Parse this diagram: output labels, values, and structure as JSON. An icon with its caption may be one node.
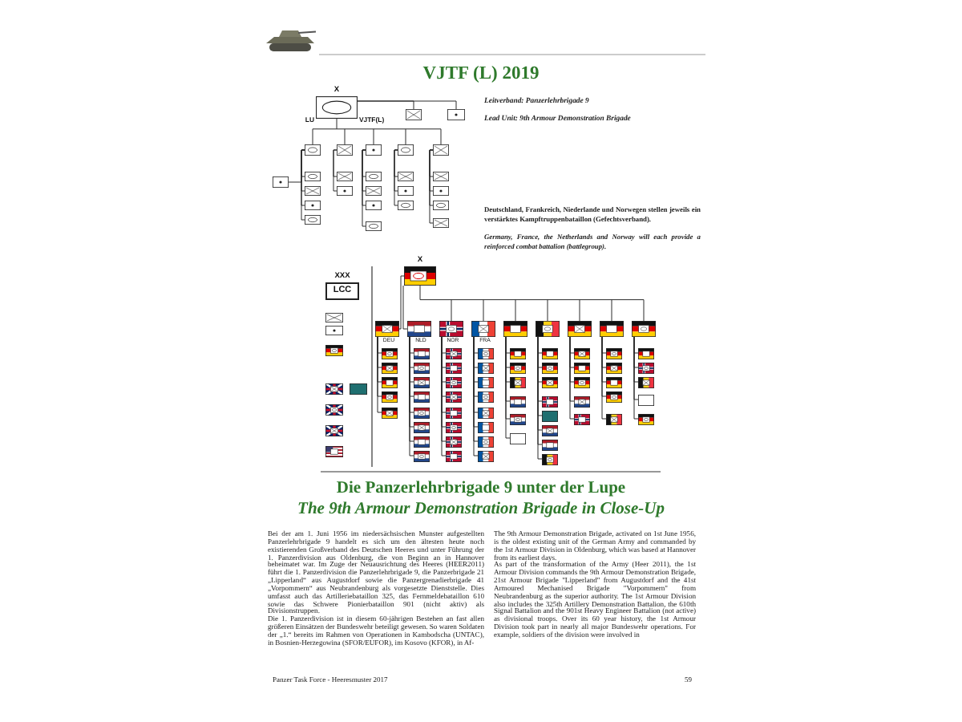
{
  "diagram": {
    "title": "VJTF (L) 2019",
    "nodes": [
      {
        "text": [
          "X"
        ],
        "beside": [
          "LU",
          "VJTF(L)"
        ]
      },
      {
        "text": [],
        "shape": "box"
      },
      {
        "text": [],
        "shape": "box"
      },
      {
        "text": [],
        "shape": "box"
      },
      {
        "text": [],
        "shape": "box"
      },
      {
        "text": [],
        "shape": "box"
      },
      {
        "text": [],
        "shape": "box"
      },
      {
        "text": [],
        "shape": "box"
      },
      {
        "text": [],
        "shape": "box"
      },
      {
        "text": [],
        "shape": "box"
      },
      {
        "text": [],
        "shape": "box"
      },
      {
        "text": [],
        "shape": "box"
      },
      {
        "text": [],
        "shape": "box"
      },
      {
        "text": [],
        "shape": "box"
      },
      {
        "text": [],
        "shape": "box"
      },
      {
        "text": [],
        "shape": "box"
      },
      {
        "text": [],
        "shape": "box"
      },
      {
        "text": [],
        "shape": "box"
      },
      {
        "text": [],
        "shape": "box"
      },
      {
        "text": [],
        "shape": "box"
      },
      {
        "text": [],
        "shape": "box"
      },
      {
        "text": [],
        "shape": "box"
      },
      {
        "text": [],
        "shape": "box"
      },
      {
        "text": [],
        "shape": "box"
      },
      {
        "text": [],
        "shape": "box"
      },
      {
        "text": [],
        "shape": "box"
      },
      {
        "text": [
          "XXX",
          "LCC"
        ]
      },
      {
        "text": [
          "X"
        ]
      },
      {
        "text": [],
        "shape": "flag",
        "beside": [
          "DEU"
        ]
      },
      {
        "text": [],
        "shape": "flag",
        "beside": [
          "NLD"
        ]
      },
      {
        "text": [],
        "shape": "flag",
        "beside": [
          "NOR"
        ]
      },
      {
        "text": [],
        "shape": "flag",
        "beside": [
          "FRA"
        ]
      },
      {
        "text": [],
        "shape": "flag"
      },
      {
        "text": [],
        "shape": "flag"
      },
      {
        "text": [],
        "shape": "flag"
      },
      {
        "text": [],
        "shape": "flag"
      },
      {
        "text": [],
        "shape": "flag"
      },
      {
        "text": [],
        "shape": "box"
      },
      {
        "text": [],
        "shape": "box"
      },
      {
        "text": [],
        "shape": "flag"
      },
      {
        "text": [],
        "shape": "flag"
      },
      {
        "text": [],
        "shape": "box"
      },
      {
        "text": [],
        "shape": "flag"
      },
      {
        "text": [],
        "shape": "flag"
      },
      {
        "text": [],
        "shape": "flag"
      },
      {
        "text": [],
        "shape": "flag"
      },
      {
        "text": [],
        "shape": "flag"
      },
      {
        "text": [],
        "shape": "flag"
      },
      {
        "text": [],
        "shape": "flag"
      },
      {
        "text": [],
        "shape": "flag"
      },
      {
        "text": [],
        "shape": "flag"
      },
      {
        "text": [],
        "shape": "flag"
      },
      {
        "text": [],
        "shape": "flag"
      },
      {
        "text": [],
        "shape": "flag"
      },
      {
        "text": [],
        "shape": "flag"
      },
      {
        "text": [],
        "shape": "flag"
      },
      {
        "text": [],
        "shape": "flag"
      },
      {
        "text": [],
        "shape": "flag"
      },
      {
        "text": [],
        "shape": "flag"
      },
      {
        "text": [],
        "shape": "flag"
      },
      {
        "text": [],
        "shape": "flag"
      },
      {
        "text": [],
        "shape": "flag"
      },
      {
        "text": [],
        "shape": "flag"
      },
      {
        "text": [],
        "shape": "flag"
      },
      {
        "text": [],
        "shape": "flag"
      },
      {
        "text": [],
        "shape": "flag"
      },
      {
        "text": [],
        "shape": "flag"
      },
      {
        "text": [],
        "shape": "flag"
      },
      {
        "text": [],
        "shape": "flag"
      },
      {
        "text": [],
        "shape": "flag"
      },
      {
        "text": [],
        "shape": "flag"
      },
      {
        "text": [],
        "shape": "flag"
      },
      {
        "text": [],
        "shape": "flag"
      },
      {
        "text": [],
        "shape": "flag"
      },
      {
        "text": [],
        "shape": "flag"
      },
      {
        "text": [],
        "shape": "flag"
      },
      {
        "text": [],
        "shape": "flag"
      },
      {
        "text": [],
        "shape": "flag"
      },
      {
        "text": [],
        "shape": "flag"
      },
      {
        "text": [],
        "shape": "box"
      },
      {
        "text": [],
        "shape": "flag"
      },
      {
        "text": [],
        "shape": "flag"
      },
      {
        "text": [],
        "shape": "flag"
      },
      {
        "text": [],
        "shape": "flag"
      },
      {
        "text": [],
        "shape": "flag"
      },
      {
        "text": [],
        "shape": "flag"
      },
      {
        "text": [],
        "shape": "flag"
      },
      {
        "text": [],
        "shape": "flag"
      },
      {
        "text": [],
        "shape": "flag"
      },
      {
        "text": [],
        "shape": "flag"
      },
      {
        "text": [],
        "shape": "flag"
      },
      {
        "text": [],
        "shape": "flag"
      },
      {
        "text": [],
        "shape": "flag"
      },
      {
        "text": [],
        "shape": "flag"
      },
      {
        "text": [],
        "shape": "flag"
      },
      {
        "text": [],
        "shape": "flag"
      },
      {
        "text": [],
        "shape": "flag"
      },
      {
        "text": [],
        "shape": "flag"
      },
      {
        "text": [],
        "shape": "flag"
      },
      {
        "text": [],
        "shape": "flag"
      },
      {
        "text": [],
        "shape": "flag"
      },
      {
        "text": [],
        "shape": "box"
      },
      {
        "text": [],
        "shape": "flag"
      }
    ],
    "edges": [
      {
        "from": 0,
        "to": 1,
        "arrow": "none"
      },
      {
        "from": 0,
        "to": 2,
        "arrow": "none"
      },
      {
        "from": 0,
        "to": 3,
        "arrow": "none"
      },
      {
        "from": 0,
        "to": 4,
        "arrow": "none"
      },
      {
        "from": 0,
        "to": 5,
        "arrow": "none"
      },
      {
        "from": 0,
        "to": 6,
        "arrow": "none"
      },
      {
        "from": 0,
        "to": 7,
        "arrow": "none"
      },
      {
        "from": 3,
        "to": 8,
        "arrow": "none"
      },
      {
        "from": 3,
        "to": 9,
        "arrow": "none"
      },
      {
        "from": 3,
        "to": 10,
        "arrow": "none"
      },
      {
        "from": 3,
        "to": 11,
        "arrow": "none"
      },
      {
        "from": 3,
        "to": 12,
        "arrow": "none"
      },
      {
        "from": 4,
        "to": 13,
        "arrow": "none"
      },
      {
        "from": 4,
        "to": 14,
        "arrow": "none"
      },
      {
        "from": 5,
        "to": 15,
        "arrow": "none"
      },
      {
        "from": 5,
        "to": 16,
        "arrow": "none"
      },
      {
        "from": 5,
        "to": 17,
        "arrow": "none"
      },
      {
        "from": 5,
        "to": 18,
        "arrow": "none"
      },
      {
        "from": 6,
        "to": 19,
        "arrow": "none"
      },
      {
        "from": 6,
        "to": 20,
        "arrow": "none"
      },
      {
        "from": 6,
        "to": 21,
        "arrow": "none"
      },
      {
        "from": 7,
        "to": 22,
        "arrow": "none"
      },
      {
        "from": 7,
        "to": 23,
        "arrow": "none"
      },
      {
        "from": 7,
        "to": 24,
        "arrow": "none"
      },
      {
        "from": 7,
        "to": 25,
        "arrow": "none"
      },
      {
        "from": 27,
        "to": 28,
        "arrow": "none"
      },
      {
        "from": 27,
        "to": 29,
        "arrow": "none"
      },
      {
        "from": 27,
        "to": 30,
        "arrow": "none"
      },
      {
        "from": 27,
        "to": 31,
        "arrow": "none"
      },
      {
        "from": 27,
        "to": 32,
        "arrow": "none"
      },
      {
        "from": 27,
        "to": 33,
        "arrow": "none"
      },
      {
        "from": 27,
        "to": 34,
        "arrow": "none"
      },
      {
        "from": 27,
        "to": 35,
        "arrow": "none"
      },
      {
        "from": 27,
        "to": 36,
        "arrow": "none"
      },
      {
        "from": 28,
        "to": 45,
        "arrow": "none"
      },
      {
        "from": 28,
        "to": 46,
        "arrow": "none"
      },
      {
        "from": 28,
        "to": 47,
        "arrow": "none"
      },
      {
        "from": 28,
        "to": 48,
        "arrow": "none"
      },
      {
        "from": 28,
        "to": 49,
        "arrow": "none"
      },
      {
        "from": 29,
        "to": 50,
        "arrow": "none"
      },
      {
        "from": 29,
        "to": 51,
        "arrow": "none"
      },
      {
        "from": 29,
        "to": 52,
        "arrow": "none"
      },
      {
        "from": 29,
        "to": 53,
        "arrow": "none"
      },
      {
        "from": 29,
        "to": 54,
        "arrow": "none"
      },
      {
        "from": 29,
        "to": 55,
        "arrow": "none"
      },
      {
        "from": 29,
        "to": 56,
        "arrow": "none"
      },
      {
        "from": 29,
        "to": 57,
        "arrow": "none"
      },
      {
        "from": 30,
        "to": 58,
        "arrow": "none"
      },
      {
        "from": 30,
        "to": 59,
        "arrow": "none"
      },
      {
        "from": 30,
        "to": 60,
        "arrow": "none"
      },
      {
        "from": 30,
        "to": 61,
        "arrow": "none"
      },
      {
        "from": 30,
        "to": 62,
        "arrow": "none"
      },
      {
        "from": 30,
        "to": 63,
        "arrow": "none"
      },
      {
        "from": 30,
        "to": 64,
        "arrow": "none"
      },
      {
        "from": 30,
        "to": 65,
        "arrow": "none"
      },
      {
        "from": 31,
        "to": 66,
        "arrow": "none"
      },
      {
        "from": 31,
        "to": 67,
        "arrow": "none"
      },
      {
        "from": 31,
        "to": 68,
        "arrow": "none"
      },
      {
        "from": 31,
        "to": 69,
        "arrow": "none"
      },
      {
        "from": 31,
        "to": 70,
        "arrow": "none"
      },
      {
        "from": 31,
        "to": 71,
        "arrow": "none"
      },
      {
        "from": 31,
        "to": 72,
        "arrow": "none"
      },
      {
        "from": 31,
        "to": 73,
        "arrow": "none"
      },
      {
        "from": 32,
        "to": 74,
        "arrow": "none"
      },
      {
        "from": 32,
        "to": 75,
        "arrow": "none"
      },
      {
        "from": 32,
        "to": 76,
        "arrow": "none"
      },
      {
        "from": 32,
        "to": 77,
        "arrow": "none"
      },
      {
        "from": 32,
        "to": 78,
        "arrow": "none"
      },
      {
        "from": 32,
        "to": 79,
        "arrow": "none"
      },
      {
        "from": 33,
        "to": 80,
        "arrow": "none"
      },
      {
        "from": 33,
        "to": 81,
        "arrow": "none"
      },
      {
        "from": 33,
        "to": 82,
        "arrow": "none"
      },
      {
        "from": 33,
        "to": 83,
        "arrow": "none"
      },
      {
        "from": 33,
        "to": 84,
        "arrow": "none"
      },
      {
        "from": 33,
        "to": 85,
        "arrow": "none"
      },
      {
        "from": 33,
        "to": 86,
        "arrow": "none"
      },
      {
        "from": 33,
        "to": 87,
        "arrow": "none"
      },
      {
        "from": 34,
        "to": 88,
        "arrow": "none"
      },
      {
        "from": 34,
        "to": 89,
        "arrow": "none"
      },
      {
        "from": 34,
        "to": 90,
        "arrow": "none"
      },
      {
        "from": 34,
        "to": 91,
        "arrow": "none"
      },
      {
        "from": 34,
        "to": 92,
        "arrow": "none"
      },
      {
        "from": 35,
        "to": 93,
        "arrow": "none"
      },
      {
        "from": 35,
        "to": 94,
        "arrow": "none"
      },
      {
        "from": 35,
        "to": 95,
        "arrow": "none"
      },
      {
        "from": 35,
        "to": 96,
        "arrow": "none"
      },
      {
        "from": 35,
        "to": 97,
        "arrow": "none"
      },
      {
        "from": 36,
        "to": 98,
        "arrow": "none"
      },
      {
        "from": 36,
        "to": 99,
        "arrow": "none"
      },
      {
        "from": 36,
        "to": 100,
        "arrow": "none"
      },
      {
        "from": 36,
        "to": 101,
        "arrow": "none"
      },
      {
        "from": 36,
        "to": 102,
        "arrow": "none"
      }
    ],
    "labels": [
      "Leitverband: Panzerlehrbrigade 9",
      "Lead Unit: 9th Armour Demonstration Brigade",
      "Deutschland, Frankreich, Niederlande und Norwegen stellen jeweils ein verstärktes Kampftruppenbataillon (Gefechtsverband).",
      "Germany, France, the Netherlands and Norway will each provide a reinforced combat battalion (battlegroup).",
      "Die Panzerlehrbrigade 9 unter der Lupe",
      "The 9th Armour Demonstration Brigade in Close-Up",
      "Bei der am 1. Juni 1956 im niedersächsischen Munster aufgestellten Panzerlehrbrigade 9 handelt es sich um den ältesten heute noch existierenden Großverband des Deutschen Heeres und unter Führung der 1. Panzerdivision aus Oldenburg, die von Beginn an in Hannover beheimatet war. Im Zuge der Neuausrichtung des Heeres (HEER2011) führt die 1. Panzerdivision die Panzerlehrbrigade 9, die Panzerbrigade 21 „Lipperland“ aus Augustdorf sowie die Panzergrenadierbrigade 41 „Vorpommern“ aus Neubrandenburg als vorgesetzte Dienststelle. Dies umfasst auch das Artilleriebataillon 325, das Fernmeldebataillon 610 sowie das Schwere Pionierbataillon 901 (nicht aktiv) als Divisionstruppen.",
      "Die 1. Panzerdivision ist in diesem 60-jährigen Bestehen an fast allen größeren Einsätzen der Bundeswehr beteiligt gewesen. So waren Soldaten der „1.“ bereits im Rahmen von Operationen in Kambodscha (UNTAC), in Bosnien-Herzegowina (SFOR/EUFOR), im Kosovo (KFOR), in Af-",
      "The 9th Armour Demonstration Brigade, activated on 1st June 1956, is the oldest existing unit of the German Army and commanded by the 1st Armour Division in Oldenburg, which was based at Hannover from its earliest days.",
      "As part of the transformation of the Army (Heer 2011), the 1st Armour Division commands the 9th Armour Demonstration Brigade, 21st Armour Brigade \"Lipperland\" from Augustdorf and the 41st Armoured Mechanised Brigade \"Vorpommern\" from Neubrandenburg as the superior authority. The 1st Armour Division also includes the 325th Artillery Demonstration Battalion, the 610th Signal Battalion and the 901st Heavy Engineer Battalion (not active) as divisional troops. Over its 60 year history, the 1st Armour Division took part in nearly all major Bundeswehr operations. For example, soldiers of the division were involved in",
      "Panzer Task Force - Heeresmuster 2017",
      "59"
    ]
  }
}
